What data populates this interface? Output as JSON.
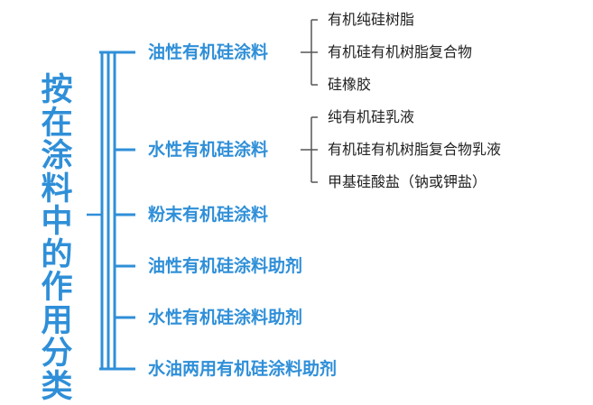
{
  "root": {
    "label": "按在涂料中的作用分类"
  },
  "categories": [
    {
      "label": "油性有机硅涂料",
      "children": [
        "有机纯硅树脂",
        "有机硅有机树脂复合物",
        "硅橡胶"
      ]
    },
    {
      "label": "水性有机硅涂料",
      "children": [
        "纯有机硅乳液",
        "有机硅有机树脂复合物乳液",
        "甲基硅酸盐（钠或钾盐）"
      ]
    },
    {
      "label": "粉末有机硅涂料",
      "children": []
    },
    {
      "label": "油性有机硅涂料助剂",
      "children": []
    },
    {
      "label": "水性有机硅涂料助剂",
      "children": []
    },
    {
      "label": "水油两用有机硅涂料助剂",
      "children": []
    }
  ],
  "colors": {
    "primary": "#2f8fd8",
    "sub_text": "#222222",
    "sub_line": "#555555"
  }
}
